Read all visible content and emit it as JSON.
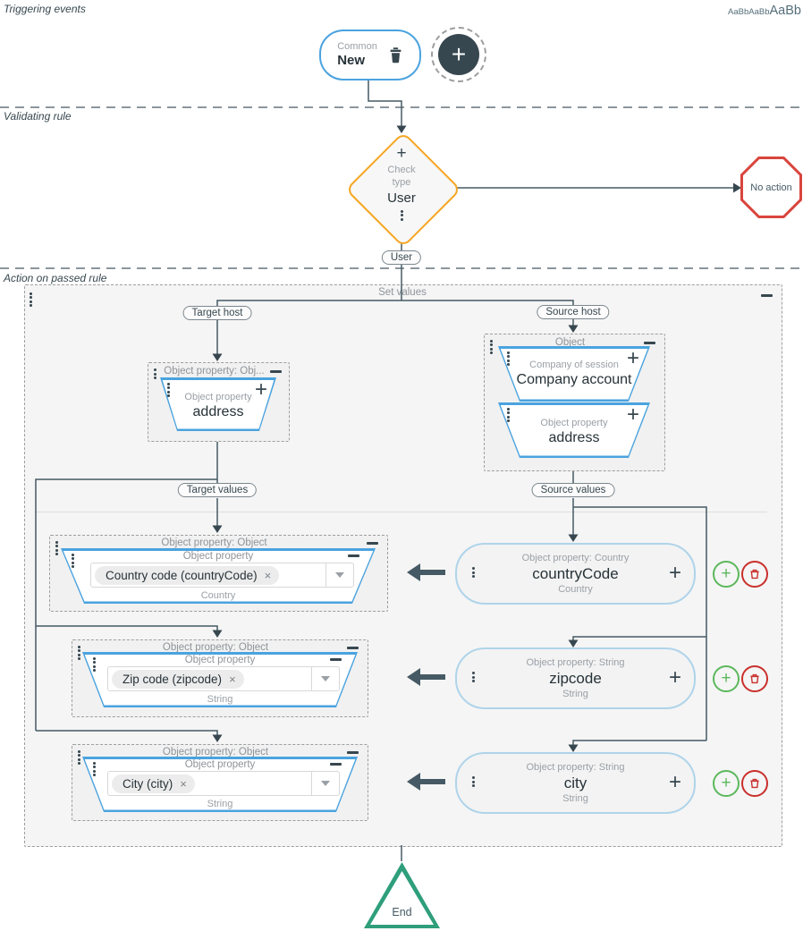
{
  "typography_sample": {
    "small": "AaBbAaBb",
    "large": "AaBb"
  },
  "sections": {
    "triggering": "Triggering events",
    "validating": "Validating rule",
    "action": "Action on passed rule"
  },
  "trigger": {
    "category": "Common",
    "name": "New"
  },
  "check": {
    "type_label_1": "Check",
    "type_label_2": "type",
    "value": "User",
    "branch_label": "User"
  },
  "no_action_label": "No action",
  "container": {
    "title": "Set values"
  },
  "pills": {
    "target_host": "Target host",
    "source_host": "Source host",
    "target_values": "Target values",
    "source_values": "Source values"
  },
  "target_host_box": {
    "header": "Object property: Obj...",
    "node": {
      "label": "Object property",
      "value": "address"
    }
  },
  "source_host_box": {
    "header": "Object",
    "node1": {
      "label": "Company of session",
      "value": "Company account"
    },
    "node2": {
      "label": "Object property",
      "value": "address"
    }
  },
  "rows": [
    {
      "outer_header": "Object property: Object",
      "inner_header": "Object property",
      "chip": "Country code (countryCode)",
      "type": "Country",
      "source": {
        "header": "Object property: Country",
        "value": "countryCode",
        "type": "Country"
      }
    },
    {
      "outer_header": "Object property: Object",
      "inner_header": "Object property",
      "chip": "Zip code (zipcode)",
      "type": "String",
      "source": {
        "header": "Object property: String",
        "value": "zipcode",
        "type": "String"
      }
    },
    {
      "outer_header": "Object property: Object",
      "inner_header": "Object property",
      "chip": "City (city)",
      "type": "String",
      "source": {
        "header": "Object property: String",
        "value": "city",
        "type": "String"
      }
    }
  ],
  "end_label": "End",
  "colors": {
    "node_blue": "#4AA3DF",
    "source_pill_blue": "#AFD4EA",
    "diamond_orange": "#F5A623",
    "octagon_red": "#D9453D",
    "end_green": "#2E9E7B",
    "add_green": "#5CB85C",
    "delete_red": "#C9302C",
    "wire": "#455A64"
  }
}
